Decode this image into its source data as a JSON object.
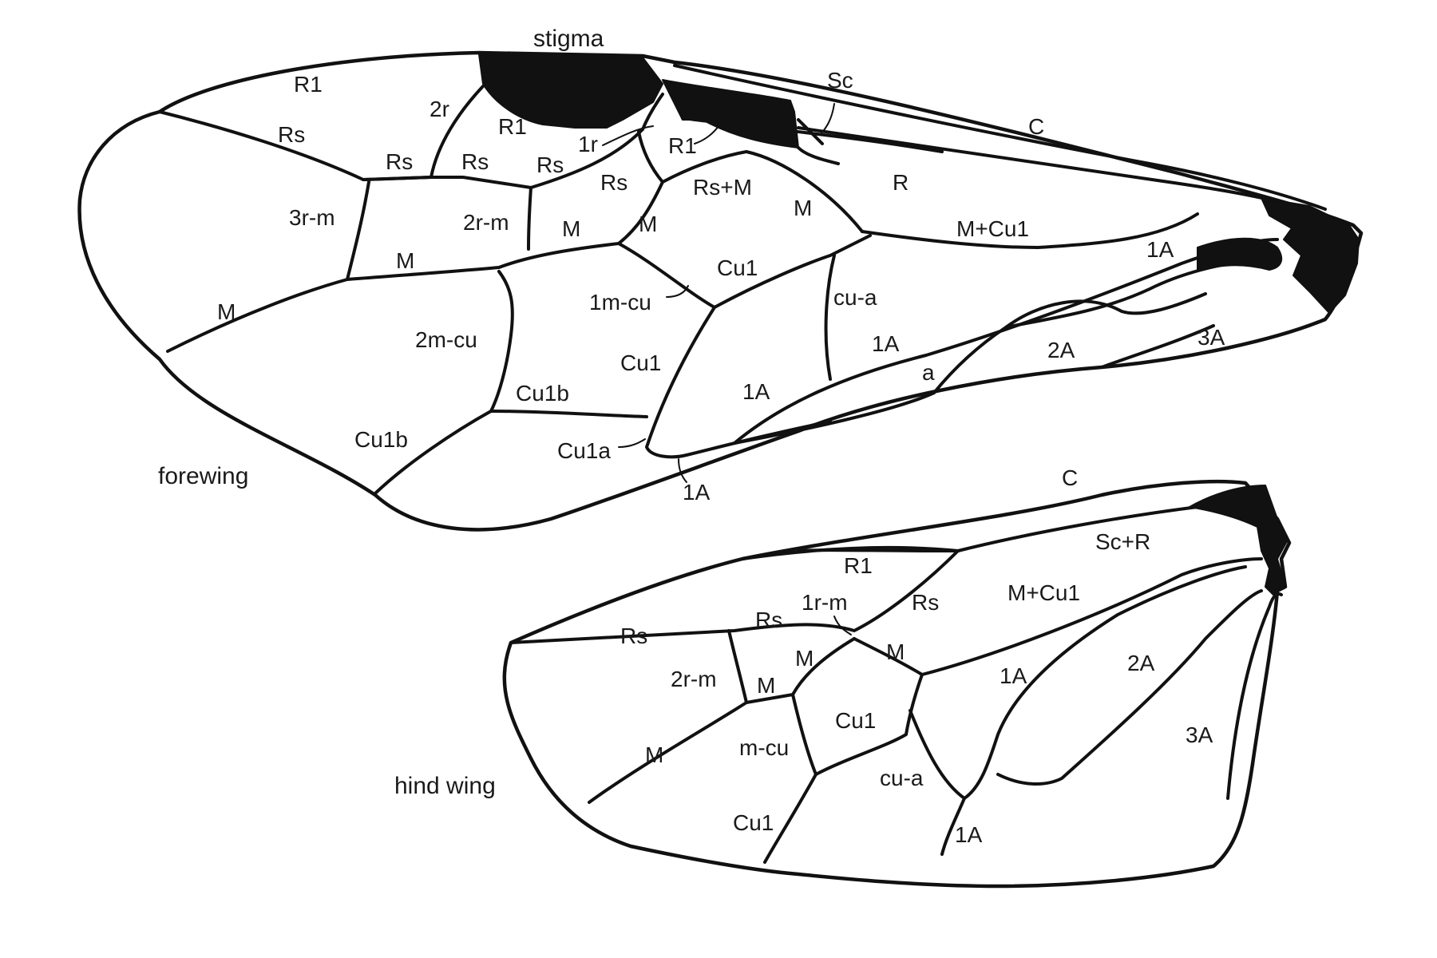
{
  "colors": {
    "ink": "#111111",
    "background": "#ffffff"
  },
  "forewing": {
    "title": "forewing",
    "labels": {
      "stigma": "stigma",
      "R1_cell": "R1",
      "r2": "2r",
      "R1_mid": "R1",
      "r1": "1r",
      "R1_stub": "R1",
      "Sc": "Sc",
      "C": "C",
      "Rs_a": "Rs",
      "Rs_b": "Rs",
      "Rs_c": "Rs",
      "Rs_d": "Rs",
      "Rs_e": "Rs",
      "RsM": "Rs+M",
      "R": "R",
      "rm3": "3r-m",
      "rm2": "2r-m",
      "M_a": "M",
      "M_b": "M",
      "M_c": "M",
      "M_d": "M",
      "M_e": "M",
      "MCu1": "M+Cu1",
      "A1_top": "1A",
      "Cu1_top": "Cu1",
      "mcu1": "1m-cu",
      "cua": "cu-a",
      "mcu2": "2m-cu",
      "Cu1_mid": "Cu1",
      "A1_mid": "1A",
      "a": "a",
      "A2": "2A",
      "A3": "3A",
      "Cu1b_a": "Cu1b",
      "Cu1b_b": "Cu1b",
      "A1_low": "1A",
      "Cu1a": "Cu1a",
      "A1_bottom": "1A"
    }
  },
  "hindwing": {
    "title": "hind wing",
    "labels": {
      "C": "C",
      "ScR": "Sc+R",
      "R1": "R1",
      "rm1": "1r-m",
      "Rs_a": "Rs",
      "Rs_b": "Rs",
      "Rs_c": "Rs",
      "MCu1": "M+Cu1",
      "rm2": "2r-m",
      "M_a": "M",
      "M_b": "M",
      "M_c": "M",
      "M_d": "M",
      "A1_top": "1A",
      "A2": "2A",
      "A3": "3A",
      "Cu1_a": "Cu1",
      "mcu": "m-cu",
      "cua": "cu-a",
      "Cu1_b": "Cu1",
      "A1_bottom": "1A"
    }
  }
}
